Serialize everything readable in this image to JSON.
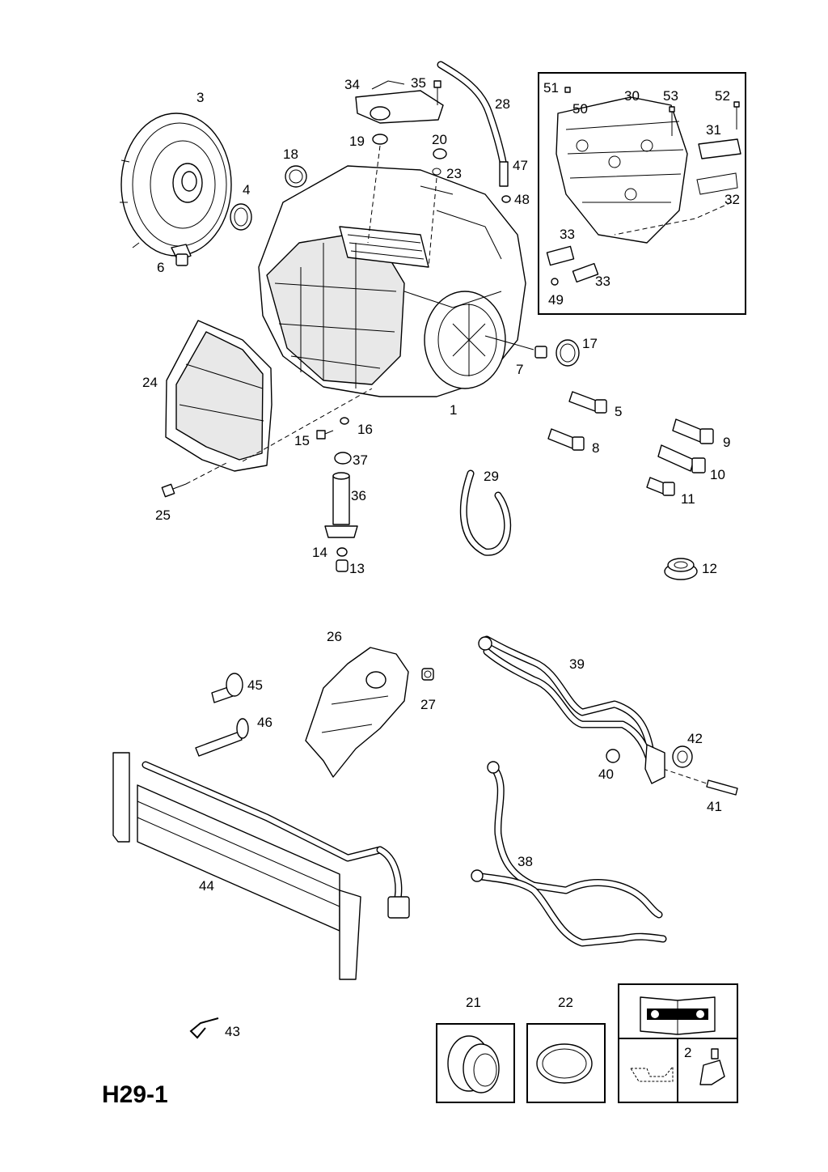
{
  "diagram": {
    "code": "H29-1",
    "part_labels": [
      "1",
      "2",
      "3",
      "4",
      "5",
      "6",
      "7",
      "8",
      "9",
      "10",
      "11",
      "12",
      "13",
      "14",
      "15",
      "16",
      "17",
      "18",
      "19",
      "20",
      "21",
      "22",
      "23",
      "24",
      "25",
      "26",
      "27",
      "28",
      "29",
      "30",
      "31",
      "32",
      "33",
      "33",
      "34",
      "35",
      "36",
      "37",
      "38",
      "39",
      "40",
      "41",
      "42",
      "43",
      "44",
      "45",
      "46",
      "47",
      "48",
      "49",
      "50",
      "51",
      "52",
      "53"
    ]
  }
}
